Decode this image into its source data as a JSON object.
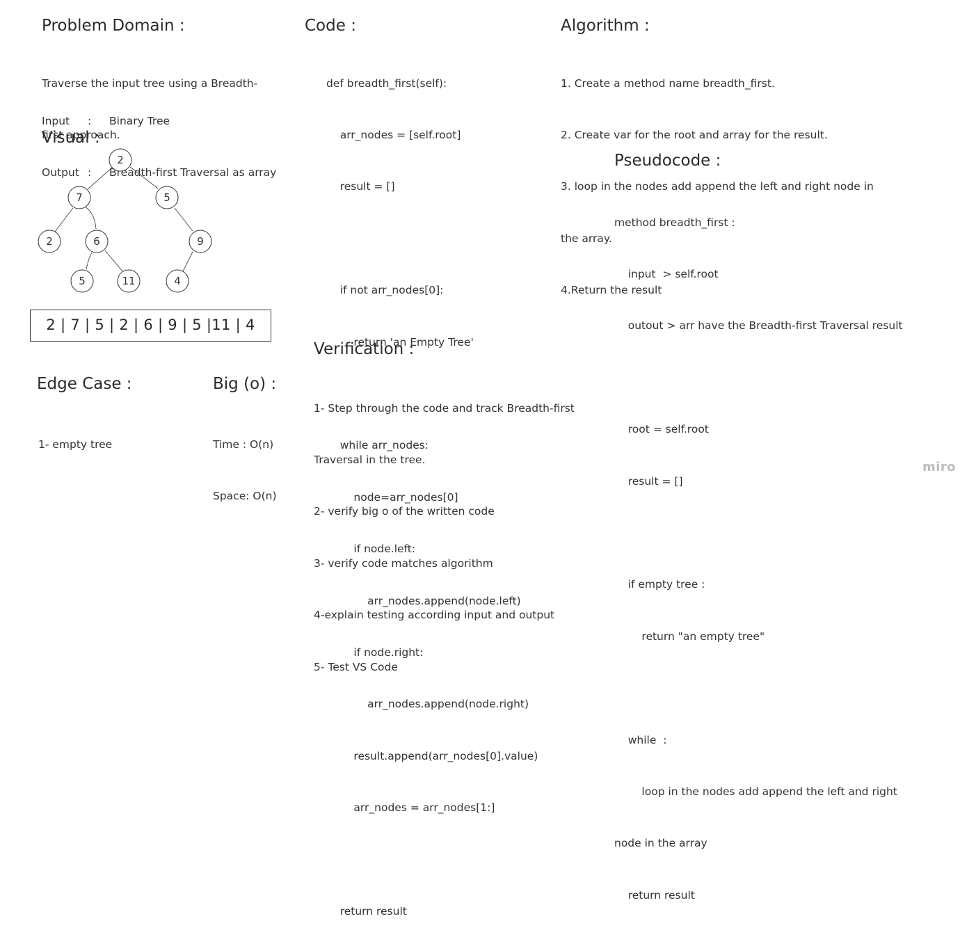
{
  "problem_domain": {
    "title": "Problem Domain :",
    "description_lines": [
      "Traverse the input tree using a Breadth-",
      "first approach."
    ],
    "input": {
      "key": "Input",
      "sep": ":",
      "value": "Binary Tree"
    },
    "output": {
      "key": "Output",
      "sep": ":",
      "value": "Breadth-first Traversal as array"
    }
  },
  "visual": {
    "title": "Visual :",
    "tree_nodes": [
      "2",
      "7",
      "5",
      "2",
      "6",
      "9",
      "5",
      "11",
      "4"
    ],
    "result_array": "2 | 7 | 5 | 2 | 6 | 9 | 5 |11 | 4"
  },
  "edge_case": {
    "title": "Edge Case :",
    "items": [
      "1- empty tree"
    ]
  },
  "big_o": {
    "title": "Big (o) :",
    "time": "Time : O(n)",
    "space": "Space: O(n)"
  },
  "code": {
    "title": "Code :",
    "lines": [
      "def breadth_first(self):",
      "    arr_nodes = [self.root]",
      "    result = []",
      "",
      "    if not arr_nodes[0]:",
      "        return 'an Empty Tree'",
      "",
      "    while arr_nodes:",
      "        node=arr_nodes[0]",
      "        if node.left:",
      "            arr_nodes.append(node.left)",
      "        if node.right:",
      "            arr_nodes.append(node.right)",
      "        result.append(arr_nodes[0].value)",
      "        arr_nodes = arr_nodes[1:]",
      "",
      "    return result"
    ]
  },
  "verification": {
    "title": "Verification :",
    "lines": [
      "1- Step through the code and track Breadth-first",
      "Traversal in the tree.",
      "2- verify big o of the written code",
      "3- verify code matches algorithm",
      "4-explain testing according input and output",
      "5- Test VS Code"
    ]
  },
  "algorithm": {
    "title": "Algorithm :",
    "lines": [
      "1. Create a method name breadth_first.",
      "2. Create var for the root and array for the result.",
      "3. loop in the nodes add append the left and right node in",
      "the array.",
      "4.Return the result"
    ]
  },
  "pseudocode": {
    "title": "Pseudocode :",
    "lines": [
      "method breadth_first :",
      "    input  > self.root",
      "    outout > arr have the Breadth-first Traversal result",
      "",
      "    root = self.root",
      "    result = []",
      "",
      "    if empty tree :",
      "        return \"an empty tree\"",
      "",
      "    while  :",
      "        loop in the nodes add append the left and right",
      "node in the array",
      "    return result"
    ]
  },
  "branding": {
    "logo_text": "miro"
  }
}
